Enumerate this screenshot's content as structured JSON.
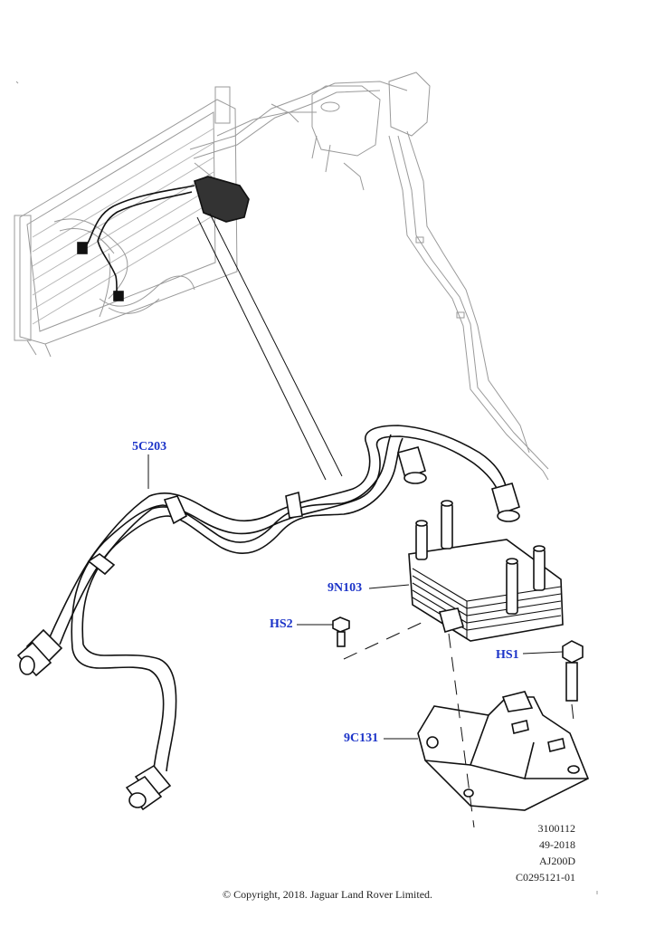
{
  "callouts": {
    "c1": "5C203",
    "c2": "9N103",
    "c3": "HS2",
    "c4": "HS1",
    "c5": "9C131"
  },
  "reference": {
    "line1": "3100112",
    "line2": "49-2018",
    "line3": "AJ200D",
    "line4": "C0295121-01"
  },
  "copyright": "© Copyright, 2018. Jaguar Land Rover Limited.",
  "colors": {
    "callout": "#1b33c8",
    "line": "#111111",
    "ghost": "#9a9a9a"
  }
}
